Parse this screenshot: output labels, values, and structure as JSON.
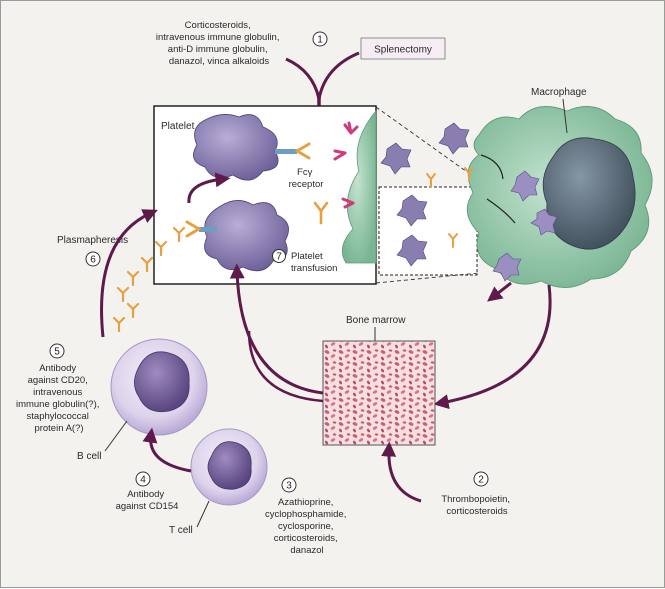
{
  "step1": {
    "number": "1",
    "drugs": [
      "Corticosteroids,",
      "intravenous immune globulin,",
      "anti-D immune globulin,",
      "danazol, vinca alkaloids"
    ],
    "box": "Splenectomy"
  },
  "panel": {
    "platelet": "Platelet",
    "fc_receptor": [
      "Fcγ",
      "receptor"
    ],
    "transfusion_number": "7",
    "transfusion": [
      "Platelet",
      "transfusion"
    ]
  },
  "macrophage": "Macrophage",
  "bone_marrow": "Bone marrow",
  "step2": {
    "number": "2",
    "text": [
      "Thrombopoietin,",
      "corticosteroids"
    ]
  },
  "step3": {
    "number": "3",
    "text": [
      "Azathioprine,",
      "cyclophosphamide,",
      "cyclosporine,",
      "corticosteroids,",
      "danazol"
    ]
  },
  "step4": {
    "number": "4",
    "text": [
      "Antibody",
      "against CD154"
    ]
  },
  "step5": {
    "number": "5",
    "text": [
      "Antibody",
      "against CD20,",
      "intravenous",
      "immune globulin(?),",
      "staphylococcal",
      "protein A(?)"
    ]
  },
  "step6": {
    "number": "6",
    "text": "Plasmapheresis"
  },
  "b_cell": "B cell",
  "t_cell": "T cell",
  "colors": {
    "arrow": "#5e1a4a",
    "platelet": "#8a7db0",
    "macrophage": "#8fc4a6",
    "antibody": "#e6a040",
    "marrow": "#d88a96"
  }
}
